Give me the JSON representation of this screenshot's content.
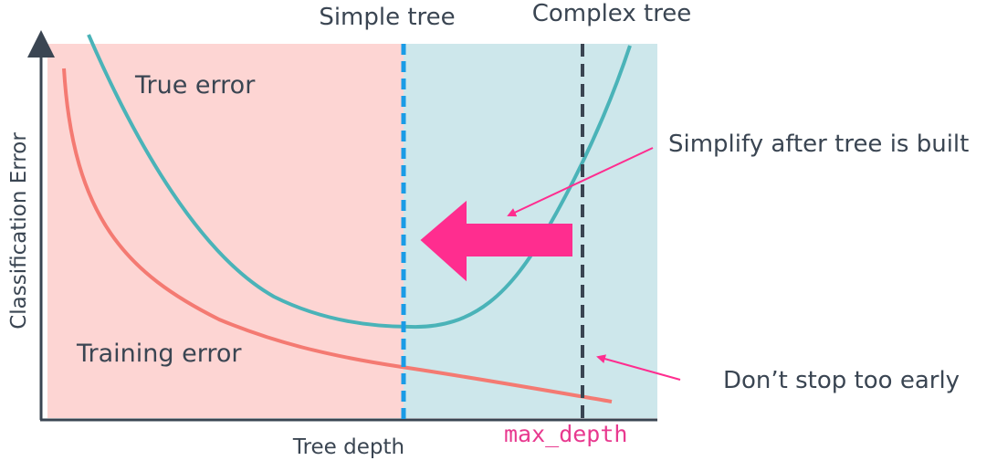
{
  "labels": {
    "simple_tree": "Simple tree",
    "complex_tree": "Complex tree",
    "true_error": "True error",
    "training_error": "Training error",
    "y_axis": "Classification Error",
    "x_axis": "Tree depth",
    "max_depth": "max_depth",
    "simplify_note": "Simplify after tree is built",
    "dont_stop_note": "Don’t stop too early"
  },
  "colors": {
    "left_region": "#fdd5d3",
    "right_region": "#cde7eb",
    "true_error_curve": "#4ab3b8",
    "training_error_curve": "#f47a72",
    "simple_tree_line": "#1a9ce6",
    "complex_tree_line": "#3a4552",
    "accent": "#ff2d8f",
    "text": "#3a4552"
  },
  "icons": {
    "big_arrow": "arrow-left-icon"
  }
}
